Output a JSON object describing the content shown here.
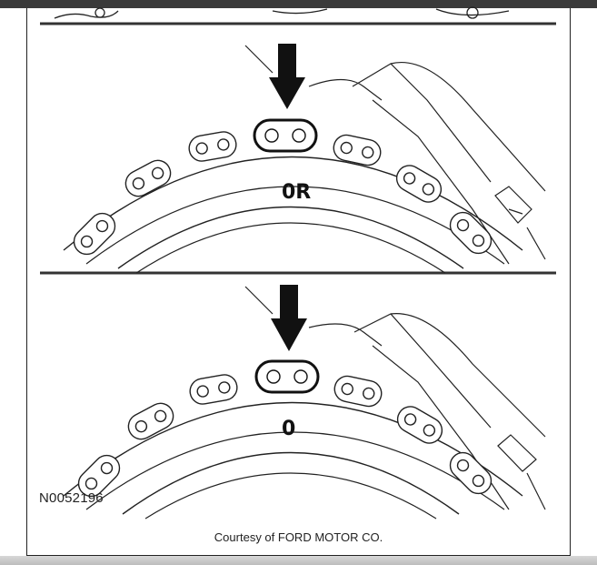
{
  "figure": {
    "panels": [
      {
        "mark_label": "0R"
      },
      {
        "mark_label": "0"
      }
    ],
    "figure_id": "N0052196",
    "credit": "Courtesy of FORD MOTOR CO."
  }
}
